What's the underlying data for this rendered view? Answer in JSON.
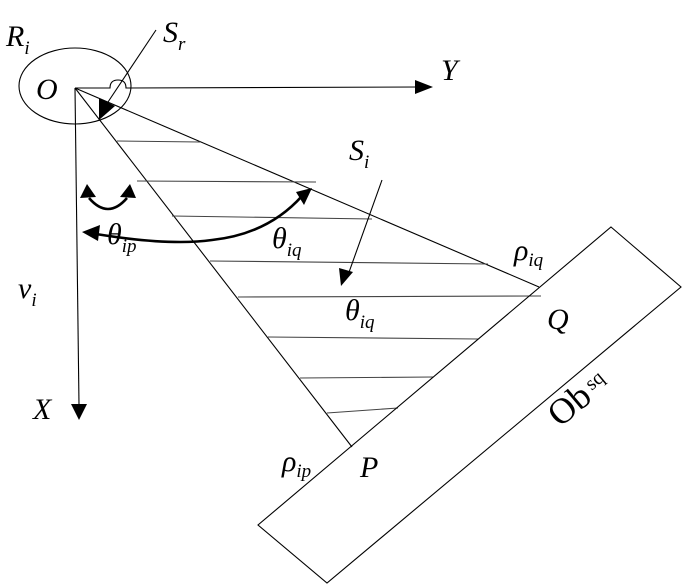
{
  "figure": {
    "description": "Geometry of robot obstacle sensing sector",
    "labels": {
      "robot": {
        "main": "R",
        "sub": "i"
      },
      "origin": {
        "main": "O"
      },
      "sensor_range": {
        "main": "S",
        "sub": "r"
      },
      "y_axis": {
        "main": "Y"
      },
      "x_axis": {
        "main": "X"
      },
      "velocity": {
        "main": "v",
        "sub": "i"
      },
      "sector": {
        "main": "S",
        "sub": "i"
      },
      "theta_ip": {
        "main": "θ",
        "sub": "ip"
      },
      "theta_iq_arc": {
        "main": "θ",
        "sub": "iq"
      },
      "theta_iq_sector": {
        "main": "θ",
        "sub": "iq"
      },
      "rho_iq": {
        "main": "ρ",
        "sub": "iq"
      },
      "rho_ip": {
        "main": "ρ",
        "sub": "ip"
      },
      "point_q": {
        "main": "Q"
      },
      "point_p": {
        "main": "P"
      },
      "obstacle": {
        "main": "Ob",
        "sub": "sq"
      }
    },
    "colors": {
      "stroke": "#000000",
      "background": "#ffffff"
    }
  }
}
